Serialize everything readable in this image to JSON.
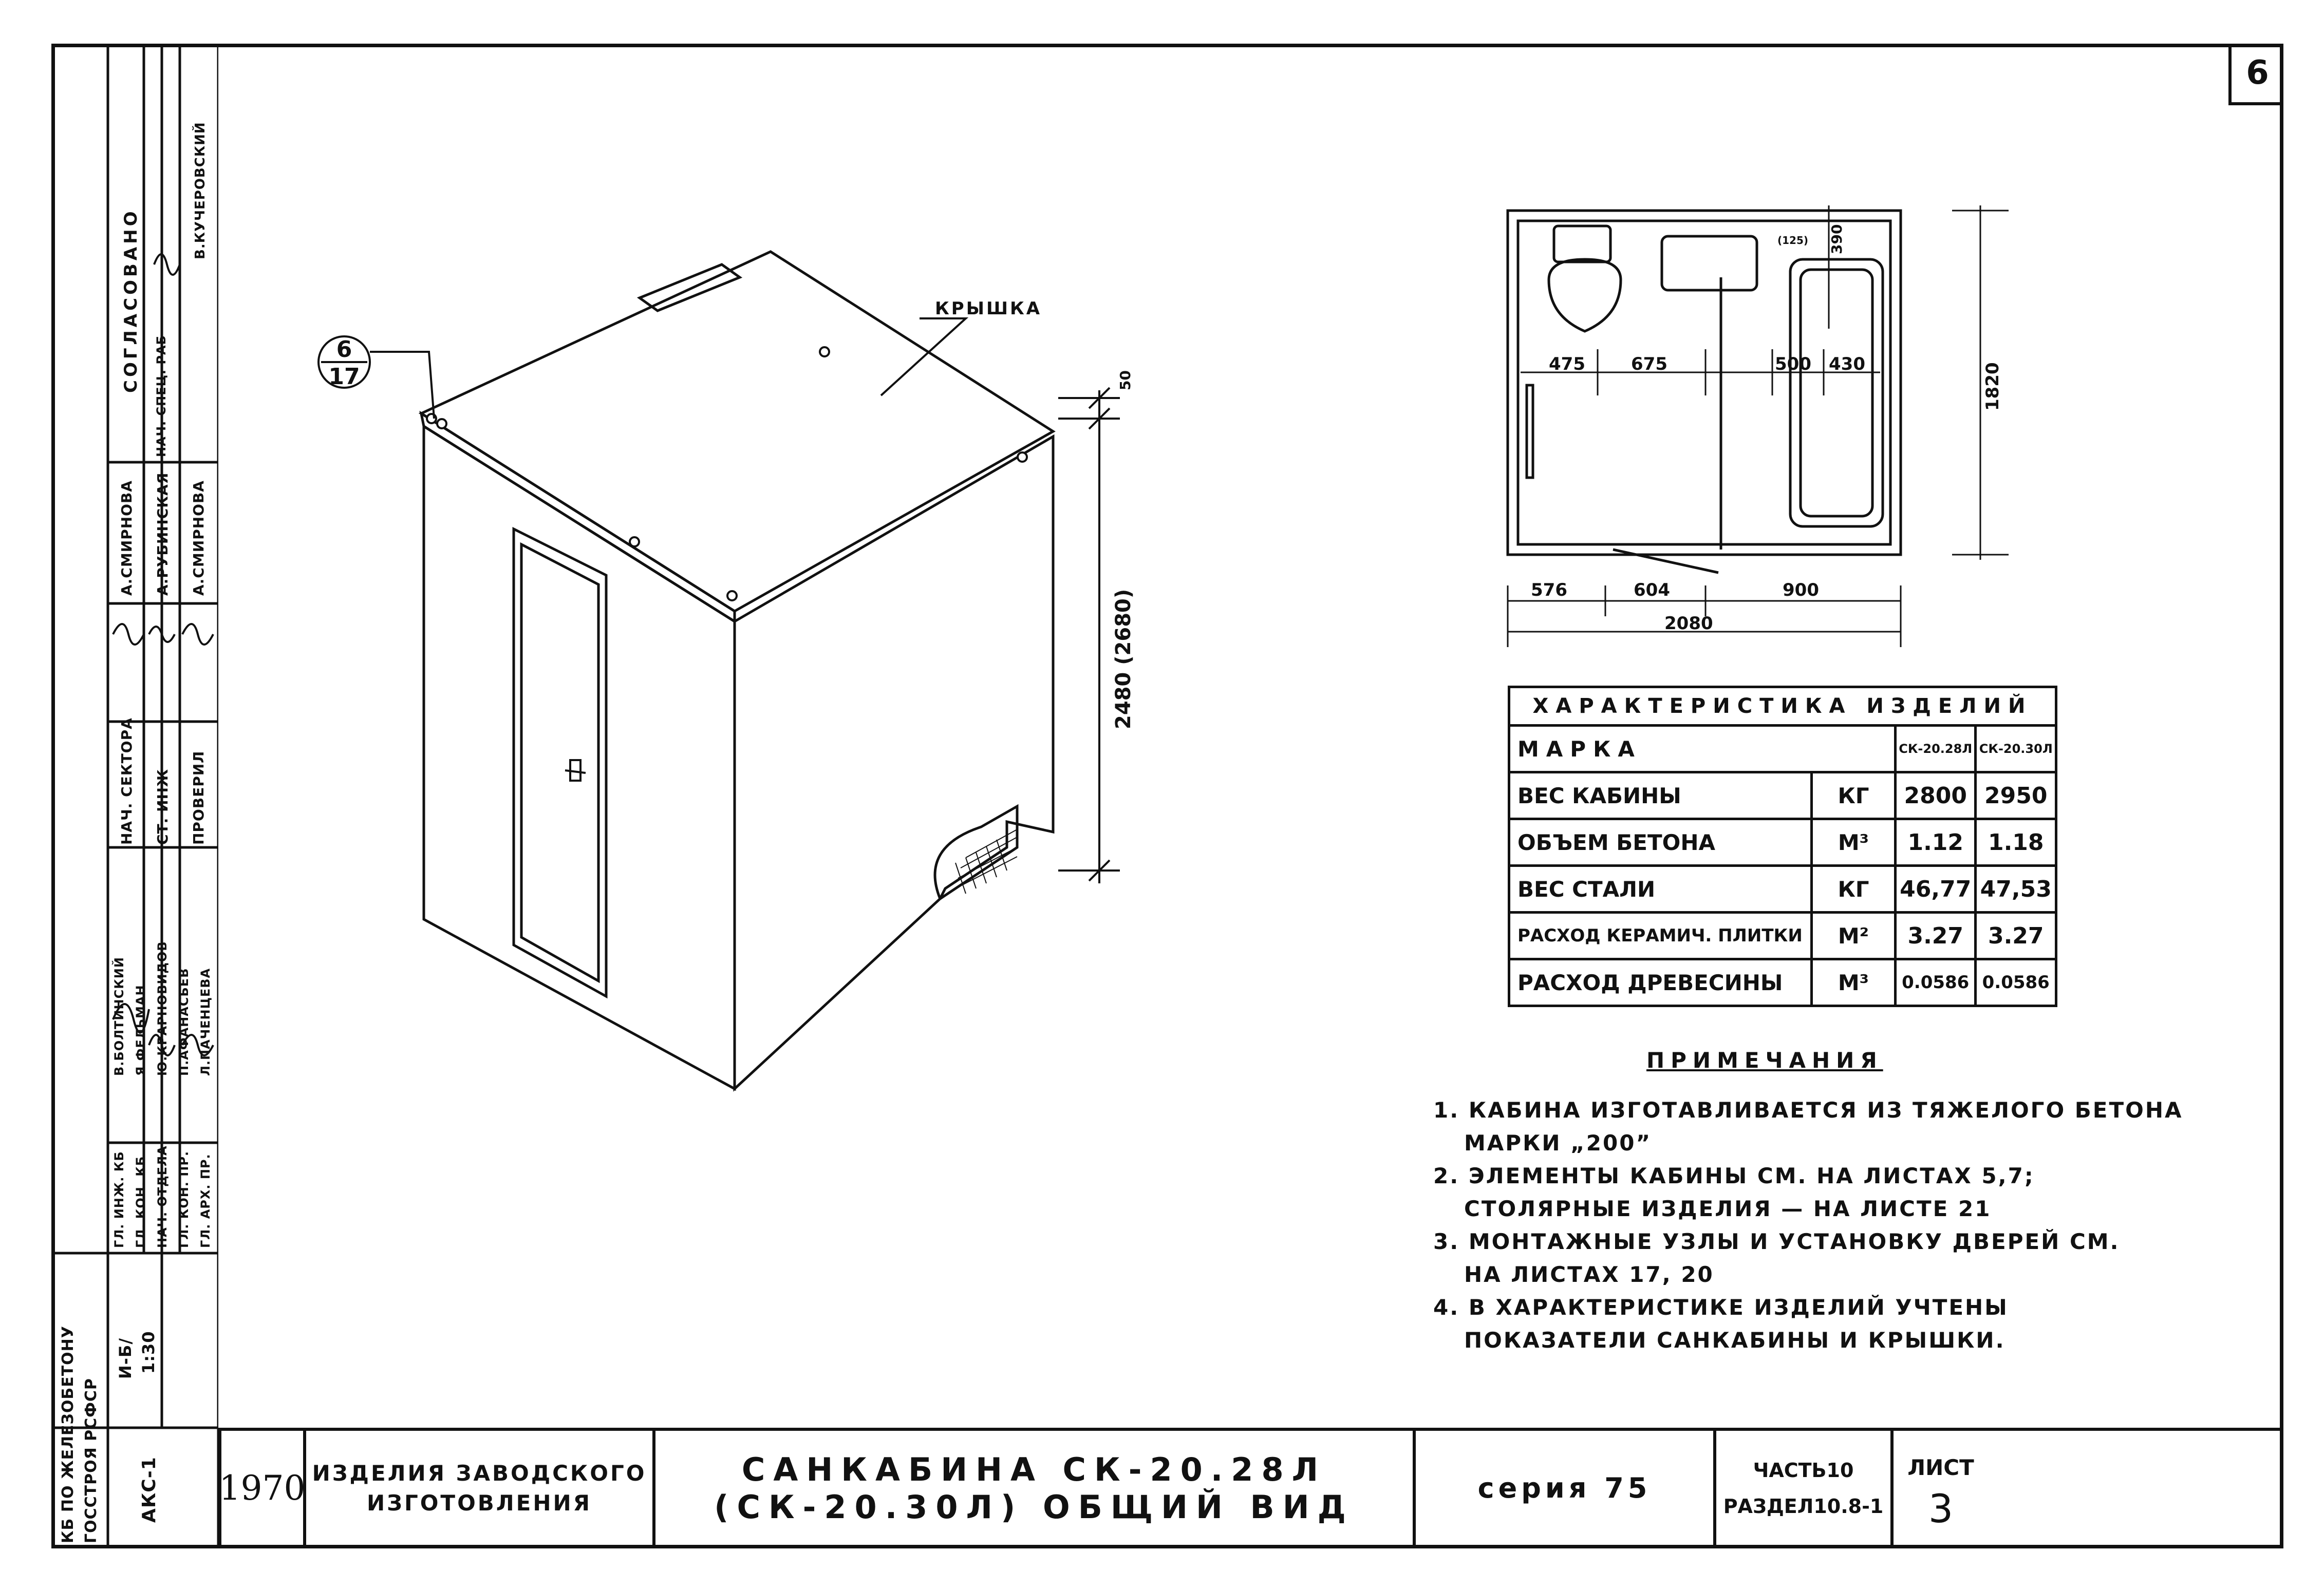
{
  "sheet_corner_number": "6",
  "left_strip": {
    "agreed": {
      "title": "СОГЛАСОВАНО",
      "role": "НАЧ. СПЕЦ. РАБ",
      "name": "В.КУЧЕРОВСКИЙ"
    },
    "approvals_top": [
      {
        "role": "НАЧ. СЕКТОРА",
        "name": "А.СМИРНОВА"
      },
      {
        "role": "СТ. ИНЖ",
        "name": "А.РУБИНСКАЯ"
      },
      {
        "role": "ПРОВЕРИЛ",
        "name": "А.СМИРНОВА"
      }
    ],
    "approvals_bottom": [
      {
        "role": "ГЛ. ИНЖ. КБ",
        "name": "В.БОЛТИНСКИЙ"
      },
      {
        "role": "ГЛ. КОН. КБ",
        "name": "Я.ФЕЛЬМАН"
      },
      {
        "role": "НАЧ. ОТДЕЛА",
        "name": "Ю.КРАРНОВИДОВ"
      },
      {
        "role": "ГЛ. КОН. ПР.",
        "name": "П.АФАНАСЬЕВ"
      },
      {
        "role": "ГЛ. АРХ. ПР.",
        "name": "Л.ПАЧЕНЦЕВА"
      }
    ],
    "code": "И-Б/",
    "scale": "1:30",
    "org_line1": "КБ ПО ЖЕЛЕЗОБЕТОНУ",
    "org_line2": "ГОССТРОЯ РСФСР",
    "album": "АКС-1"
  },
  "title_block": {
    "year": "1970",
    "product_line1": "ИЗДЕЛИЯ ЗАВОДСКОГО",
    "product_line2": "ИЗГОТОВЛЕНИЯ",
    "title": "САНКАБИНА СК-20.28Л (СК-20.30Л) ОБЩИЙ ВИД",
    "series": "серия 75",
    "part": "ЧАСТЬ10",
    "section": "РАЗДЕЛ10.8-1",
    "sheet_label": "ЛИСТ",
    "sheet_number": "3"
  },
  "iso_view": {
    "callout_top": "6",
    "callout_bottom": "17",
    "lid_label": "КРЫШКА",
    "dim_top": "50",
    "dim_height": "2480 (2680)"
  },
  "plan_view": {
    "dims_row": [
      "475",
      "675",
      "500",
      "430"
    ],
    "dim_small_1": "(125)",
    "dim_small_2": "390",
    "dim_right": "1820",
    "dims_bottom": [
      "576",
      "604",
      "900"
    ],
    "dim_total": "2080"
  },
  "characteristics": {
    "title": "ХАРАКТЕРИСТИКА ИЗДЕЛИЙ",
    "mark_label": "МАРКА",
    "columns": [
      "СК-20.28Л",
      "СК-20.30Л"
    ],
    "rows": [
      {
        "name": "ВЕС КАБИНЫ",
        "unit": "КГ",
        "values": [
          "2800",
          "2950"
        ]
      },
      {
        "name": "ОБЪЕМ БЕТОНА",
        "unit": "М³",
        "values": [
          "1.12",
          "1.18"
        ]
      },
      {
        "name": "ВЕС СТАЛИ",
        "unit": "КГ",
        "values": [
          "46,77",
          "47,53"
        ]
      },
      {
        "name": "РАСХОД КЕРАМИЧ. ПЛИТКИ",
        "unit": "М²",
        "values": [
          "3.27",
          "3.27"
        ]
      },
      {
        "name": "РАСХОД ДРЕВЕСИНЫ",
        "unit": "М³",
        "values": [
          "0.0586",
          "0.0586"
        ]
      }
    ]
  },
  "notes": {
    "title": "ПРИМЕЧАНИЯ",
    "items": [
      {
        "n": "1.",
        "line1": "КАБИНА ИЗГОТАВЛИВАЕТСЯ ИЗ ТЯЖЕЛОГО БЕТОНА",
        "line2": "МАРКИ „200”"
      },
      {
        "n": "2.",
        "line1": "ЭЛЕМЕНТЫ КАБИНЫ СМ. НА ЛИСТАХ 5,7;",
        "line2": "СТОЛЯРНЫЕ ИЗДЕЛИЯ — НА ЛИСТЕ 21"
      },
      {
        "n": "3.",
        "line1": "МОНТАЖНЫЕ УЗЛЫ И УСТАНОВКУ ДВЕРЕЙ СМ.",
        "line2": "НА ЛИСТАХ 17, 20"
      },
      {
        "n": "4.",
        "line1": "В ХАРАКТЕРИСТИКЕ ИЗДЕЛИЙ УЧТЕНЫ",
        "line2": "ПОКАЗАТЕЛИ САНКАБИНЫ И КРЫШКИ."
      }
    ]
  }
}
